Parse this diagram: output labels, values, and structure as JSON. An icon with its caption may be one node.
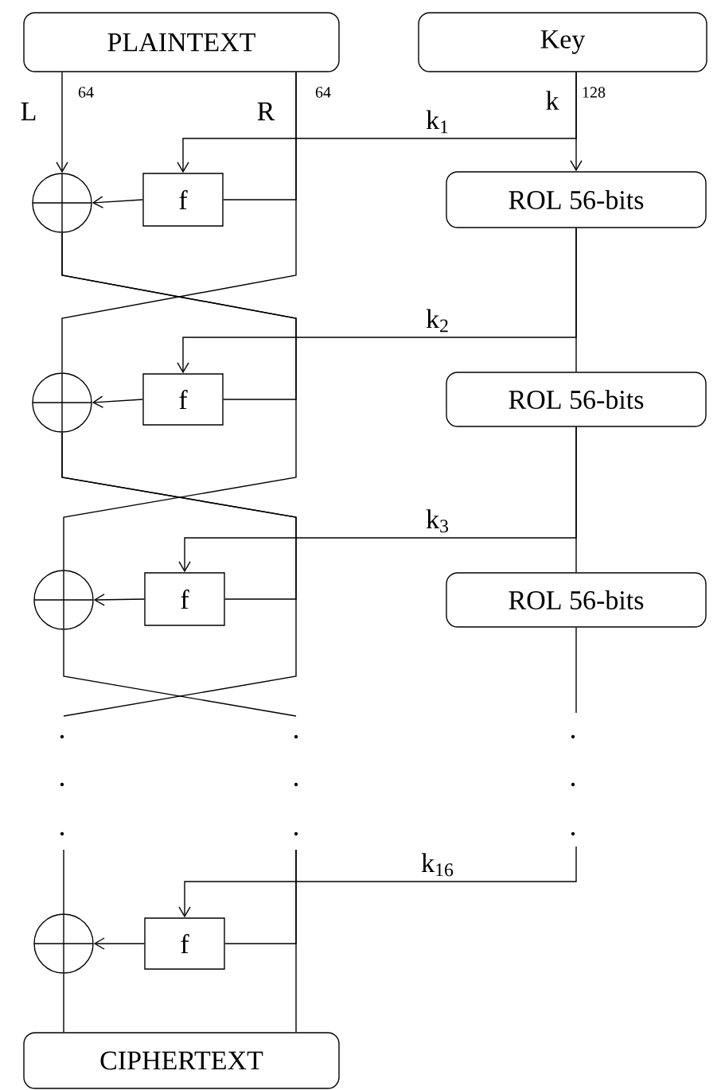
{
  "diagram": {
    "nodes": [
      {
        "text": [
          "PLAINTEXT"
        ]
      },
      {
        "text": [
          "Key"
        ]
      },
      {
        "text": [],
        "shape": "circle"
      },
      {
        "text": [
          "f"
        ]
      },
      {
        "text": [
          "ROL 56-bits"
        ]
      },
      {
        "text": [],
        "shape": "circle"
      },
      {
        "text": [
          "f"
        ]
      },
      {
        "text": [
          "ROL 56-bits"
        ]
      },
      {
        "text": [],
        "shape": "circle"
      },
      {
        "text": [
          "f"
        ]
      },
      {
        "text": [
          "ROL 56-bits"
        ]
      },
      {
        "text": [],
        "shape": "circle"
      },
      {
        "text": [
          "f"
        ]
      },
      {
        "text": [
          "CIPHERTEXT"
        ]
      }
    ],
    "edges": [
      {
        "from": 0,
        "to": 2,
        "arrow": "to"
      },
      {
        "from": 0,
        "to": 3,
        "arrow": "none"
      },
      {
        "from": 3,
        "to": 2,
        "arrow": "to"
      },
      {
        "from": 1,
        "to": 4,
        "arrow": "to"
      },
      {
        "from": 1,
        "to": 3,
        "arrow": "to",
        "label": "k$_{1}$"
      },
      {
        "from": 2,
        "to": 6,
        "arrow": "none"
      },
      {
        "from": 0,
        "to": 5,
        "arrow": "none"
      },
      {
        "from": 6,
        "to": 5,
        "arrow": "to"
      },
      {
        "from": 4,
        "to": 6,
        "arrow": "to",
        "label": "k$_{2}$"
      },
      {
        "from": 4,
        "to": 7,
        "arrow": "none"
      },
      {
        "from": 5,
        "to": 9,
        "arrow": "none"
      },
      {
        "from": 2,
        "to": 8,
        "arrow": "none"
      },
      {
        "from": 9,
        "to": 8,
        "arrow": "to"
      },
      {
        "from": 7,
        "to": 9,
        "arrow": "to",
        "label": "k$_{3}$"
      },
      {
        "from": 7,
        "to": 10,
        "arrow": "none"
      },
      {
        "from": 8,
        "to": null,
        "arrow": "none"
      },
      {
        "from": 5,
        "to": null,
        "arrow": "none"
      },
      {
        "from": 12,
        "to": 11,
        "arrow": "to"
      },
      {
        "from": 10,
        "to": null,
        "arrow": "none"
      },
      {
        "from": null,
        "to": 12,
        "arrow": "to",
        "label": "k$_{16}$"
      },
      {
        "from": 11,
        "to": 13,
        "arrow": "none"
      },
      {
        "from": null,
        "to": 11,
        "arrow": "none"
      },
      {
        "from": null,
        "to": 12,
        "arrow": "none"
      },
      {
        "from": null,
        "to": 13,
        "arrow": "none"
      }
    ],
    "labels": [
      "L",
      "64",
      "R",
      "64",
      "k",
      "128"
    ]
  }
}
